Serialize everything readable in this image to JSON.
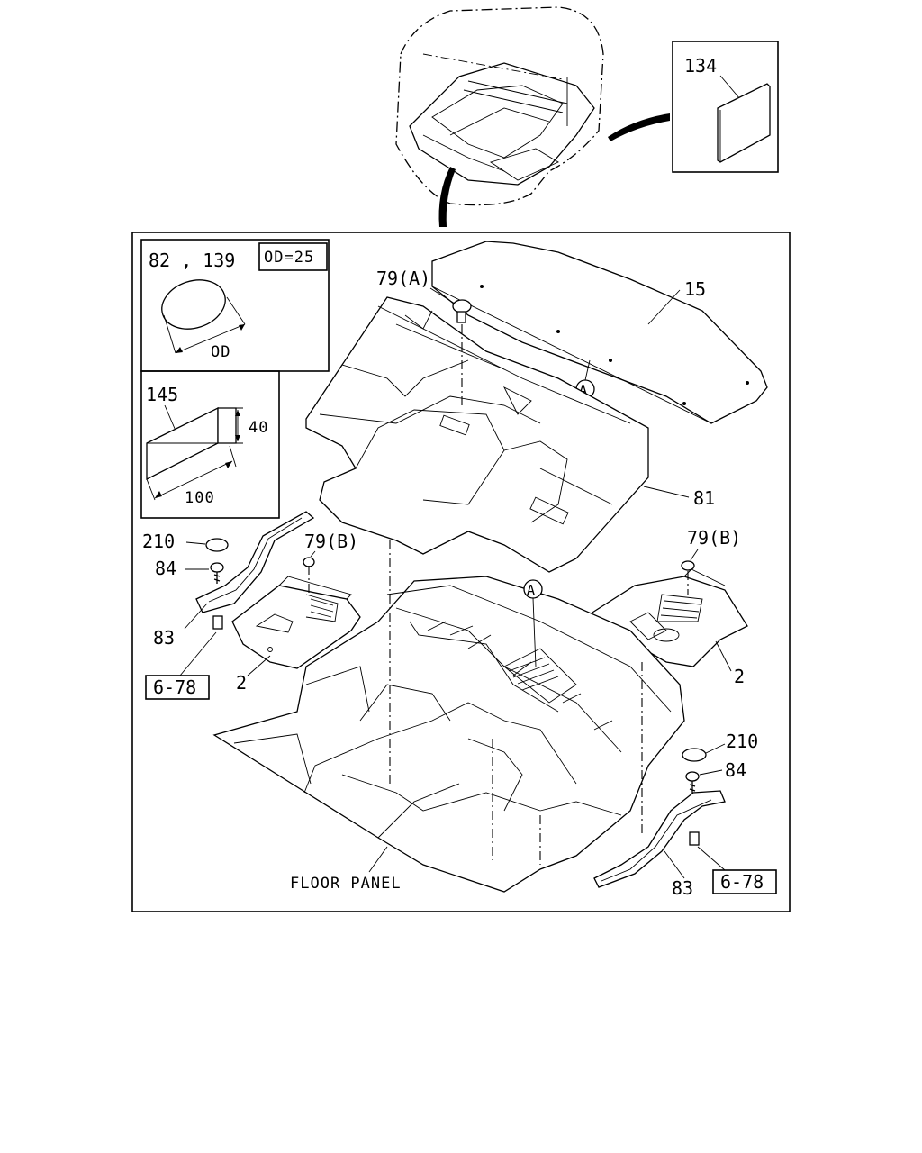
{
  "labels": {
    "insulator_top": "134",
    "od_parts": "82 , 139",
    "od_box": "OD=25",
    "od_dim": "OD",
    "block_part": "145",
    "block_h": "40",
    "block_w": "100",
    "clip_a": "79(A)",
    "panel_15": "15",
    "callout_a": "A",
    "mat_81": "81",
    "clip_b_left": "79(B)",
    "clip_b_right": "79(B)",
    "cap_left": "210",
    "cap_right": "210",
    "screw_left": "84",
    "screw_right": "84",
    "rail_left": "83",
    "rail_right": "83",
    "ref_left": "6-78",
    "ref_right": "6-78",
    "pad_left": "2",
    "pad_right": "2",
    "floor_panel": "FLOOR PANEL"
  }
}
